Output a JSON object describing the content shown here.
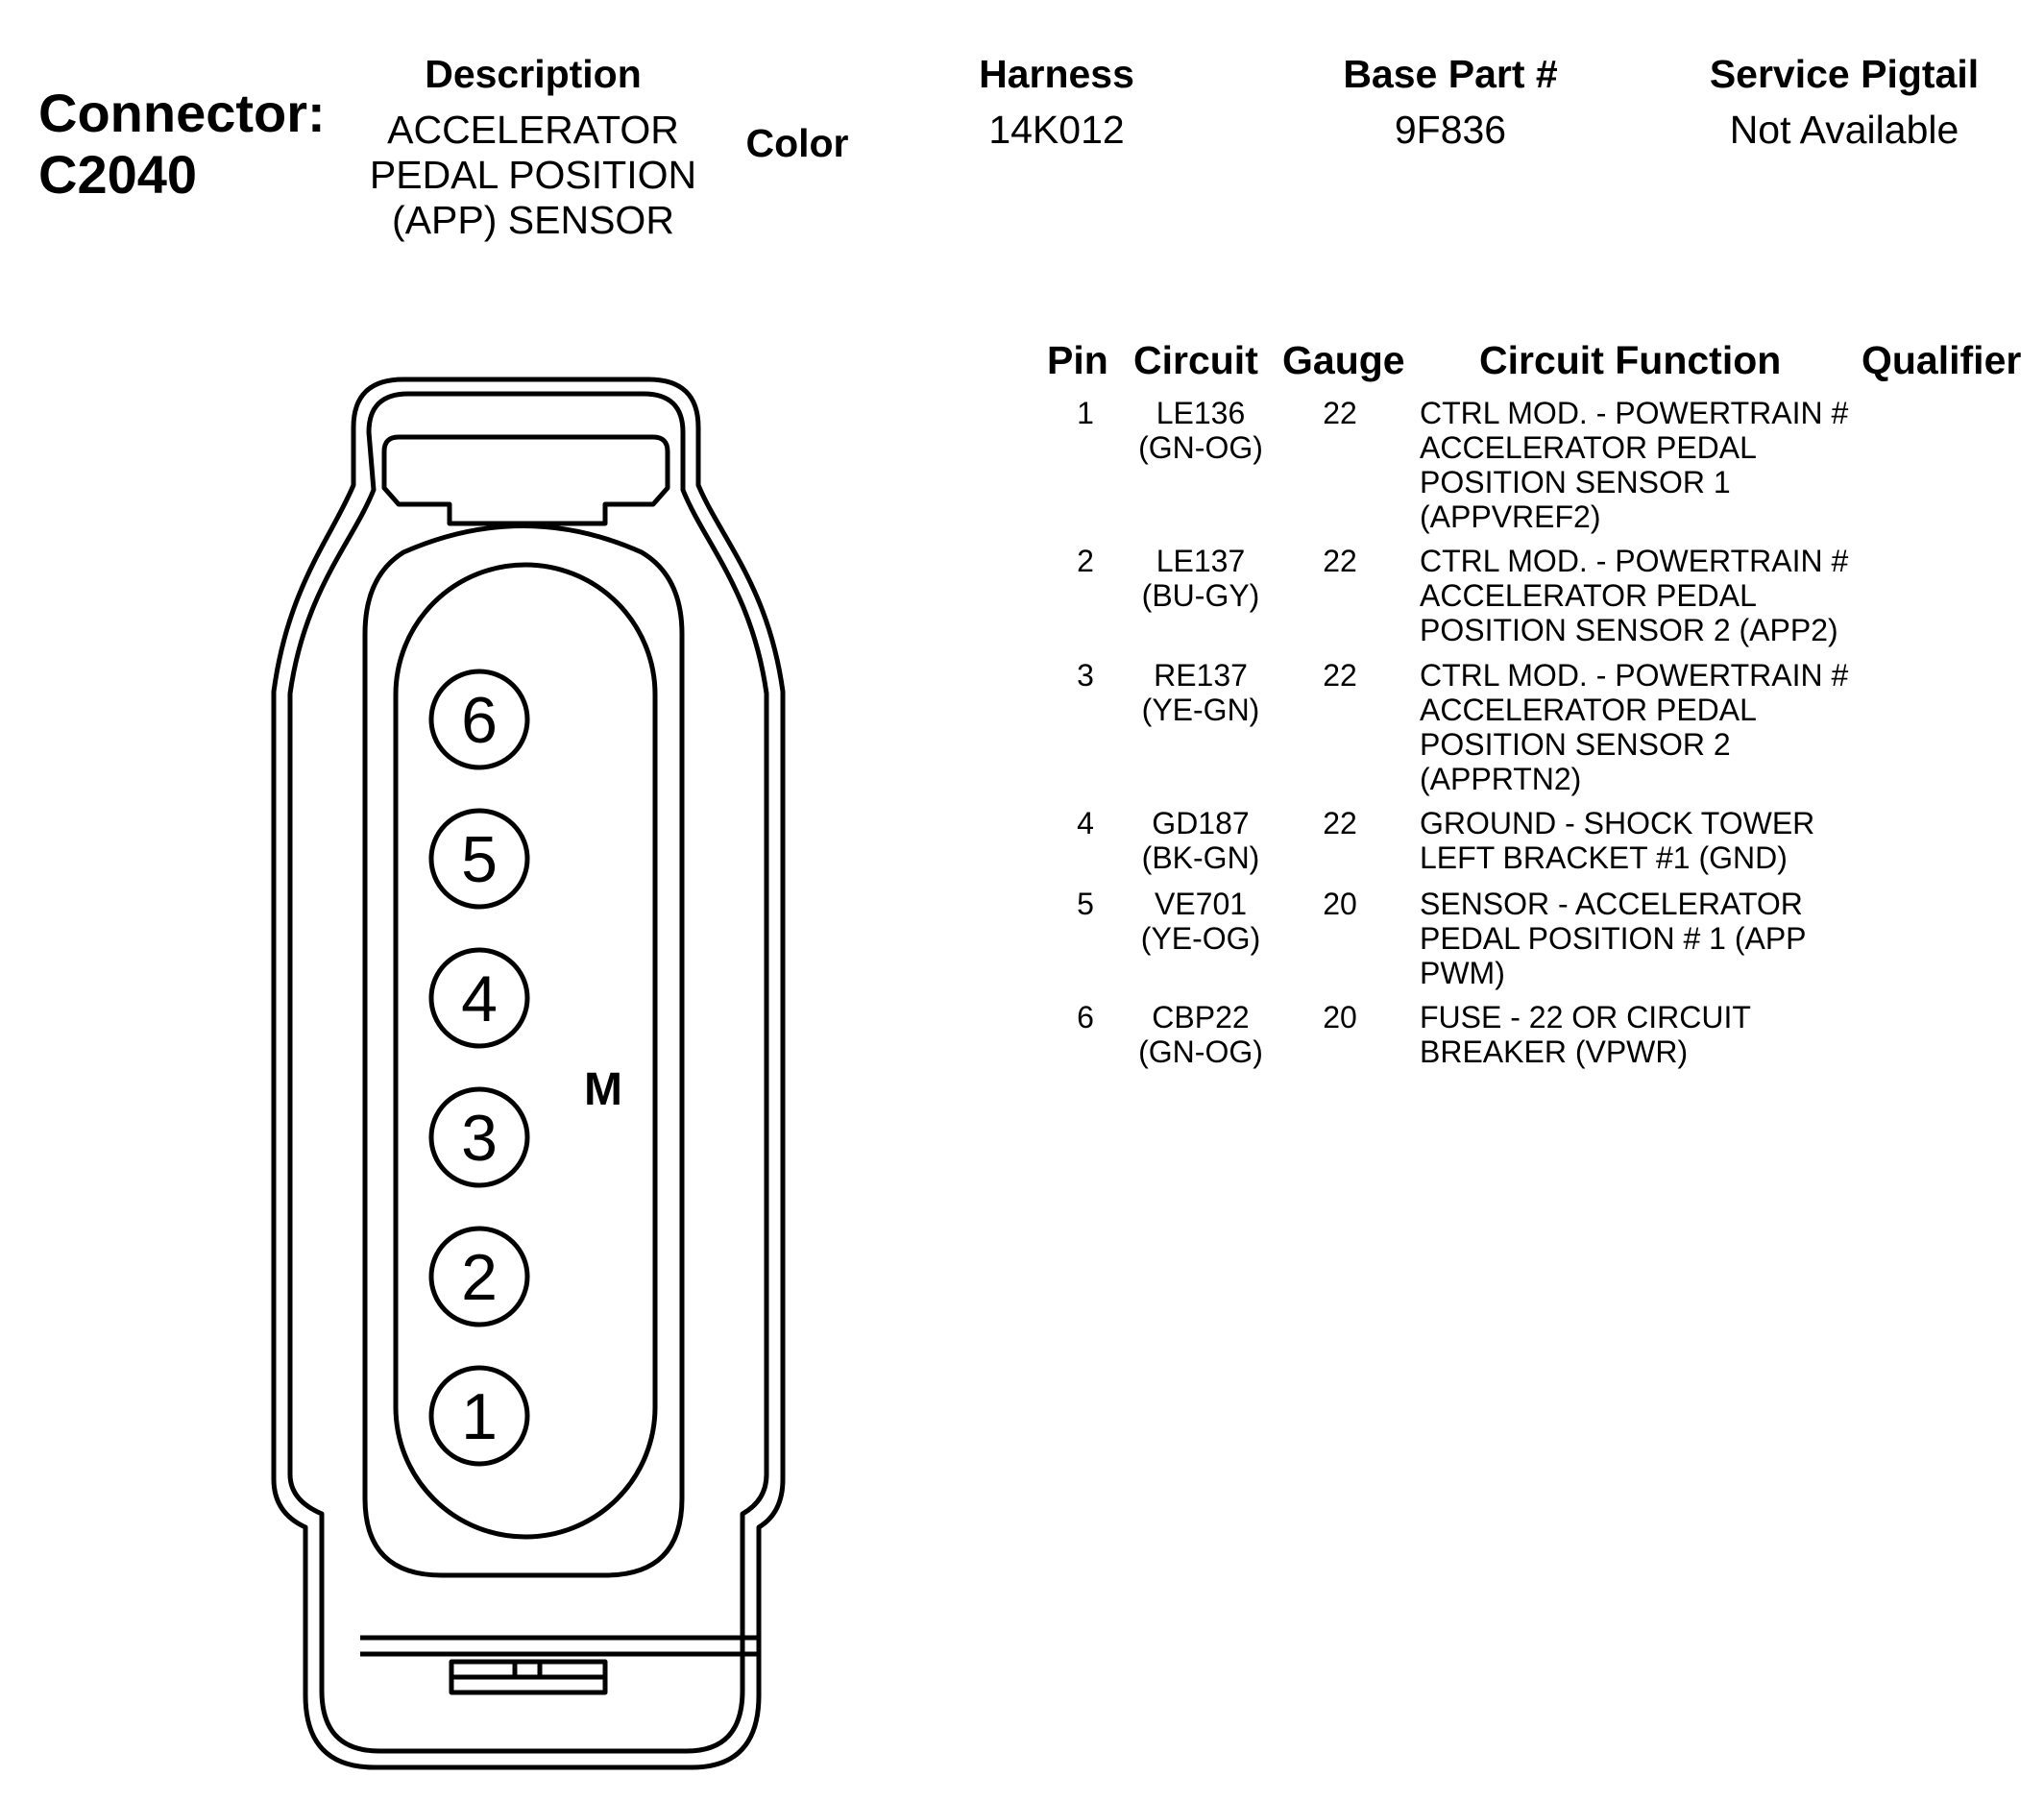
{
  "connector": {
    "label": "Connector:",
    "id": "C2040"
  },
  "header": {
    "description_title": "Description",
    "description_lines": [
      "ACCELERATOR",
      "PEDAL POSITION",
      "(APP) SENSOR"
    ],
    "color_title": "Color",
    "harness_title": "Harness",
    "harness_value": "14K012",
    "base_part_title": "Base Part #",
    "base_part_value": "9F836",
    "pigtail_title": "Service Pigtail",
    "pigtail_value": "Not Available"
  },
  "table": {
    "headers": {
      "pin": "Pin",
      "circuit": "Circuit",
      "gauge": "Gauge",
      "function": "Circuit Function",
      "qualifier": "Qualifier"
    },
    "rows": [
      {
        "pin": "1",
        "circuit": "LE136",
        "color": "(GN-OG)",
        "gauge": "22",
        "function": "CTRL MOD. - POWERTRAIN # ACCELERATOR PEDAL POSITION SENSOR 1 (APPVREF2)"
      },
      {
        "pin": "2",
        "circuit": "LE137",
        "color": "(BU-GY)",
        "gauge": "22",
        "function": "CTRL MOD. - POWERTRAIN # ACCELERATOR PEDAL POSITION SENSOR 2 (APP2)"
      },
      {
        "pin": "3",
        "circuit": "RE137",
        "color": "(YE-GN)",
        "gauge": "22",
        "function": "CTRL MOD. - POWERTRAIN # ACCELERATOR PEDAL POSITION SENSOR 2 (APPRTN2)"
      },
      {
        "pin": "4",
        "circuit": "GD187",
        "color": "(BK-GN)",
        "gauge": "22",
        "function": "GROUND - SHOCK TOWER LEFT BRACKET #1 (GND)"
      },
      {
        "pin": "5",
        "circuit": "VE701",
        "color": "(YE-OG)",
        "gauge": "20",
        "function": "SENSOR - ACCELERATOR PEDAL POSITION # 1 (APP PWM)"
      },
      {
        "pin": "6",
        "circuit": "CBP22",
        "color": "(GN-OG)",
        "gauge": "20",
        "function": "FUSE - 22 OR CIRCUIT BREAKER (VPWR)"
      }
    ]
  },
  "diagram": {
    "pins": [
      "6",
      "5",
      "4",
      "3",
      "2",
      "1"
    ],
    "marker": "M"
  }
}
